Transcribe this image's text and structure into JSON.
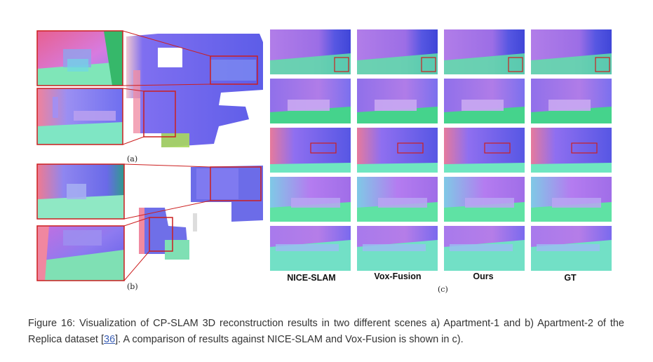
{
  "figure": {
    "subfigure_labels": {
      "a": "(a)",
      "b": "(b)",
      "c": "(c)"
    },
    "method_labels": [
      "NICE-SLAM",
      "Vox-Fusion",
      "Ours",
      "GT"
    ],
    "caption": {
      "prefix": "Figure 16: Visualization of CP-SLAM 3D reconstruction results in two different scenes a) Apartment-1 and b) Apartment-2 of the Replica dataset [",
      "citation": "36",
      "suffix": "]. A comparison of results against NICE-SLAM and Vox-Fusion is shown in c)."
    },
    "colors": {
      "highlight_box": "#cc1f1f",
      "normal_blue": "#5a5ae6",
      "normal_purple": "#b46ee8",
      "normal_pink": "#e87aa0",
      "normal_green": "#5fe0a8",
      "normal_cyan": "#6fd7d9"
    }
  }
}
